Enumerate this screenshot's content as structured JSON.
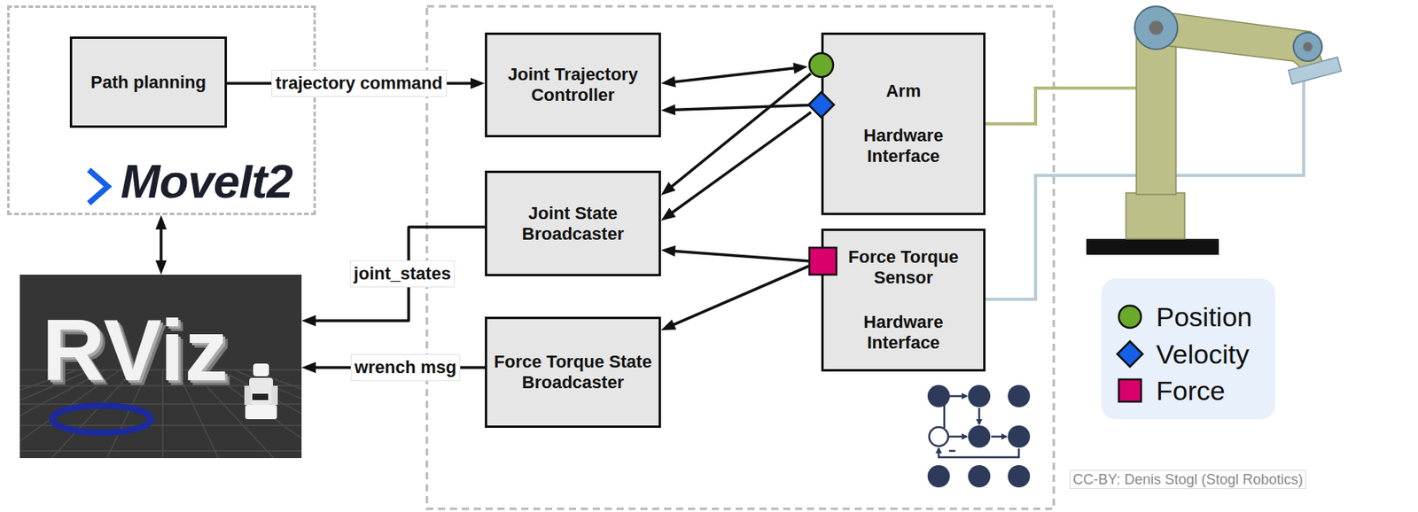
{
  "diagram": {
    "nodes": [
      {
        "text": [
          "MoveIt2"
        ]
      },
      {
        "text": [
          "Path planning"
        ],
        "in": 0
      },
      {
        "text": [
          "Joint Trajectory Controller"
        ]
      },
      {
        "text": [
          "Arm",
          "Hardware Interface"
        ]
      },
      {
        "text": [
          "Joint State Broadcaster"
        ]
      },
      {
        "text": [
          "Force Torque Sensor",
          "Hardware Interface"
        ]
      },
      {
        "text": [
          "RViz"
        ]
      },
      {
        "text": [
          "Force Torque State Broadcaster"
        ]
      }
    ],
    "edges": [
      {
        "from": 1,
        "to": 2,
        "label": "trajectory command",
        "arrow": "to"
      },
      {
        "from": 3,
        "to": 2,
        "arrow": "both"
      },
      {
        "from": 3,
        "to": 2,
        "arrow": "to"
      },
      {
        "from": 3,
        "to": 4,
        "arrow": "to"
      },
      {
        "from": 3,
        "to": 4,
        "arrow": "to"
      },
      {
        "from": 5,
        "to": 4,
        "arrow": "to"
      },
      {
        "from": 5,
        "to": 7,
        "arrow": "to"
      },
      {
        "from": 4,
        "to": 6,
        "label": "joint_states",
        "arrow": "to"
      },
      {
        "from": 7,
        "to": 6,
        "label": "wrench msg",
        "arrow": "to"
      },
      {
        "from": 6,
        "to": 0,
        "arrow": "both"
      }
    ],
    "labels": [
      "CC-BY: Denis Stogl (Stogl Robotics)"
    ],
    "legend": [
      {
        "text": "Position",
        "color": "#6aaa2b"
      },
      {
        "text": "Velocity",
        "color": "#1560e6"
      },
      {
        "text": "Force",
        "color": "#d9006c"
      }
    ]
  }
}
